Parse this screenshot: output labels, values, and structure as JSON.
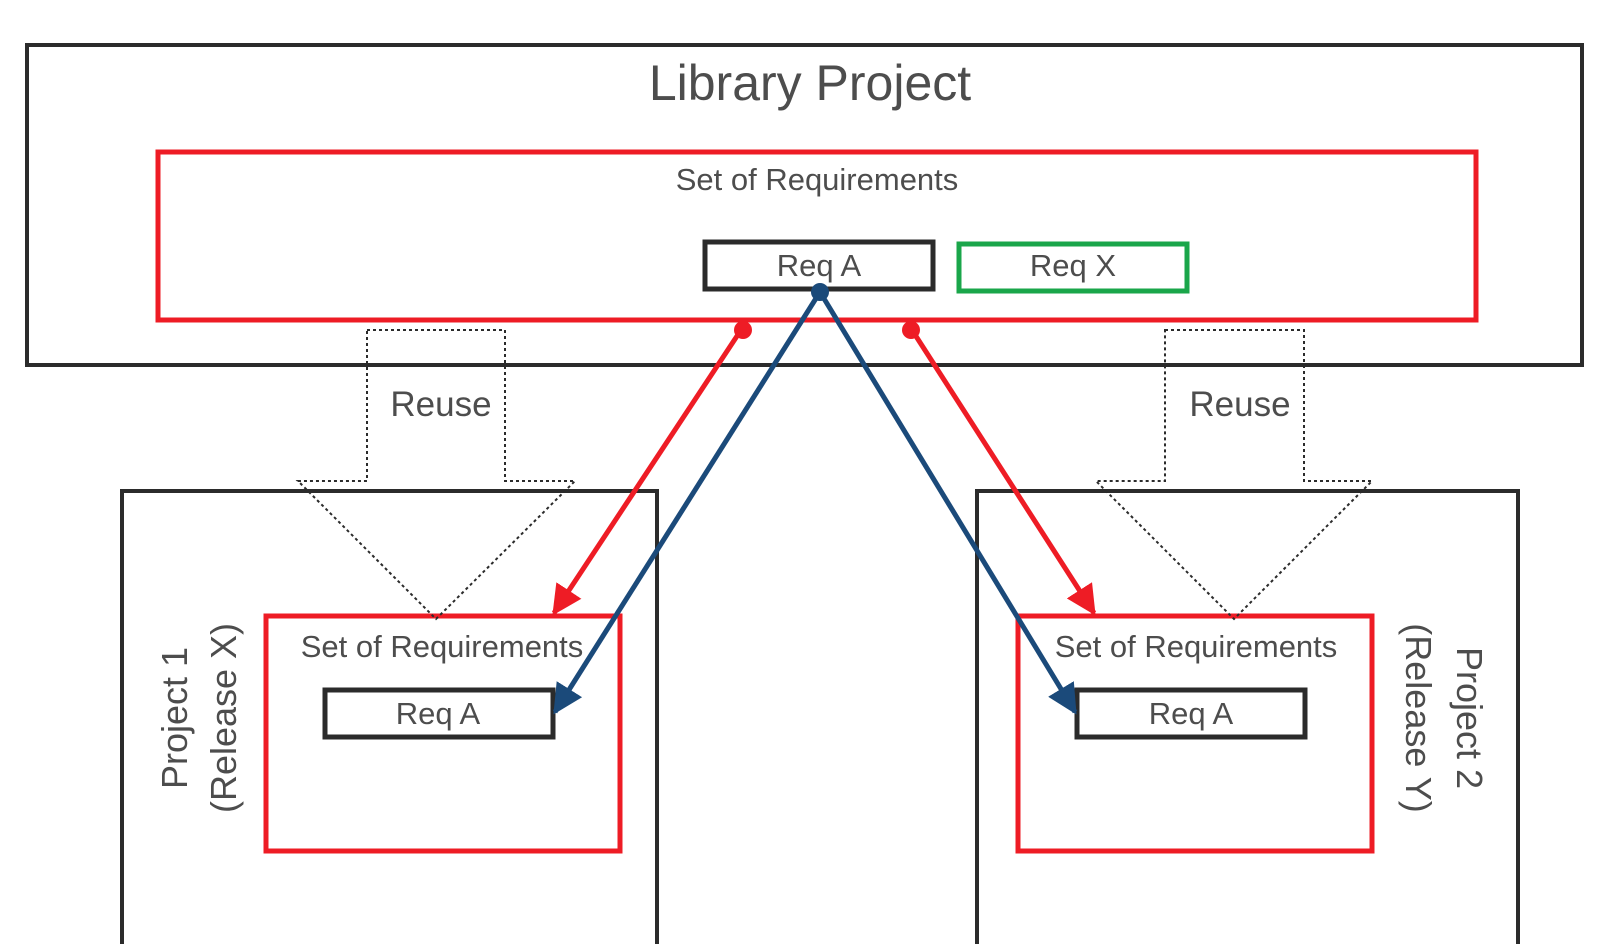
{
  "library": {
    "title": "Library Project",
    "set_label": "Set of Requirements",
    "req_a_label": "Req A",
    "req_x_label": "Req X"
  },
  "project1": {
    "name": "Project 1",
    "release": "(Release X)",
    "set_label": "Set of Requirements",
    "req_a_label": "Req A"
  },
  "project2": {
    "name": "Project 2",
    "release": "(Release Y)",
    "set_label": "Set of Requirements",
    "req_a_label": "Req A"
  },
  "reuse": {
    "left_label": "Reuse",
    "right_label": "Reuse"
  },
  "colors": {
    "frame": "#2b2b2b",
    "set_border": "#ee1c25",
    "req_x_border": "#1aa64a",
    "trace_blue": "#1b4a7a",
    "trace_red": "#ee1c25",
    "text": "#4d4d4d"
  }
}
